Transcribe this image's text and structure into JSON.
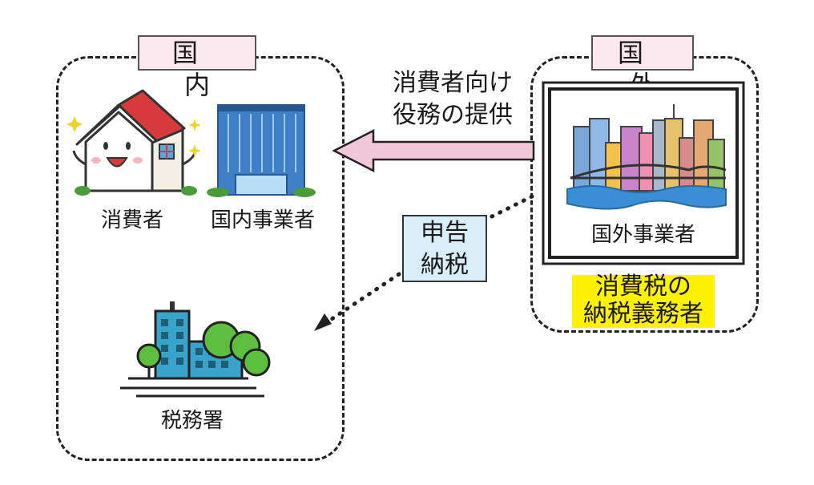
{
  "domestic": {
    "tab_label": "国 内",
    "consumer_label": "消費者",
    "domestic_business_label": "国内事業者",
    "tax_office_label": "税務署"
  },
  "foreign": {
    "tab_label": "国 外",
    "business_label": "国外事業者",
    "taxpayer_label_line1": "消費税の",
    "taxpayer_label_line2": "納税義務者"
  },
  "service_arrow": {
    "label_line1": "消費者向け",
    "label_line2": "役務の提供"
  },
  "filing": {
    "label_line1": "申告",
    "label_line2": "納税"
  },
  "colors": {
    "tab_fill": "#fbe9ef",
    "arrow_fill": "#f2c7d8",
    "filing_box_fill": "#d8edf7",
    "highlight_yellow": "#fff200"
  }
}
